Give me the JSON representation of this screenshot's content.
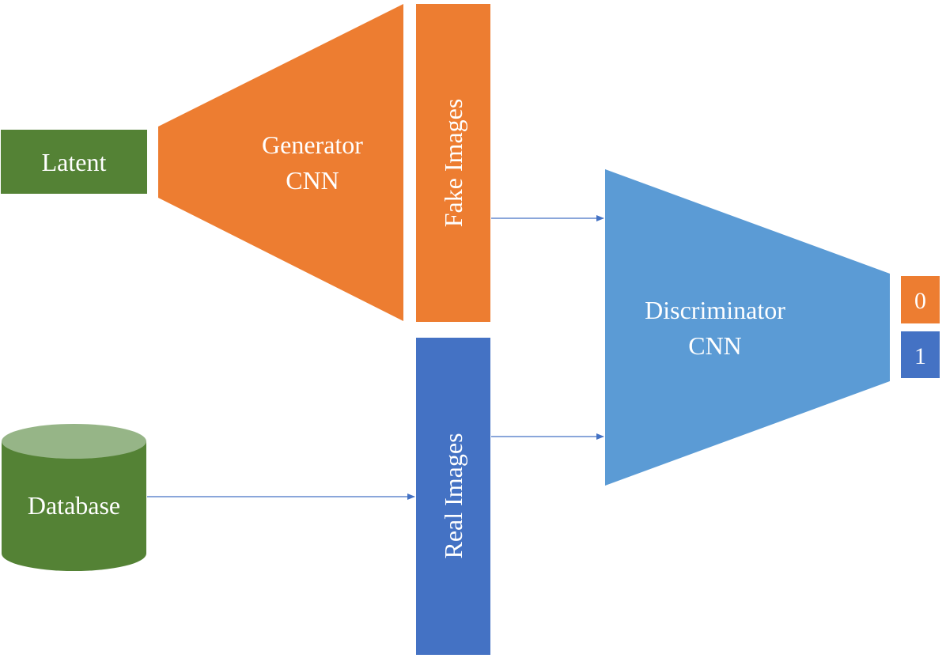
{
  "colors": {
    "green": "#548235",
    "green_light": "#96b587",
    "orange": "#ed7d31",
    "blue": "#4472c4",
    "light_blue": "#5b9bd5",
    "arrow": "#4472c4",
    "text": "#ffffff"
  },
  "latent": {
    "label": "Latent"
  },
  "database": {
    "label": "Database"
  },
  "generator": {
    "line1": "Generator",
    "line2": "CNN"
  },
  "fake_images": {
    "label": "Fake Images"
  },
  "real_images": {
    "label": "Real Images"
  },
  "discriminator": {
    "line1": "Discriminator",
    "line2": "CNN"
  },
  "outputs": {
    "fake": "0",
    "real": "1"
  }
}
